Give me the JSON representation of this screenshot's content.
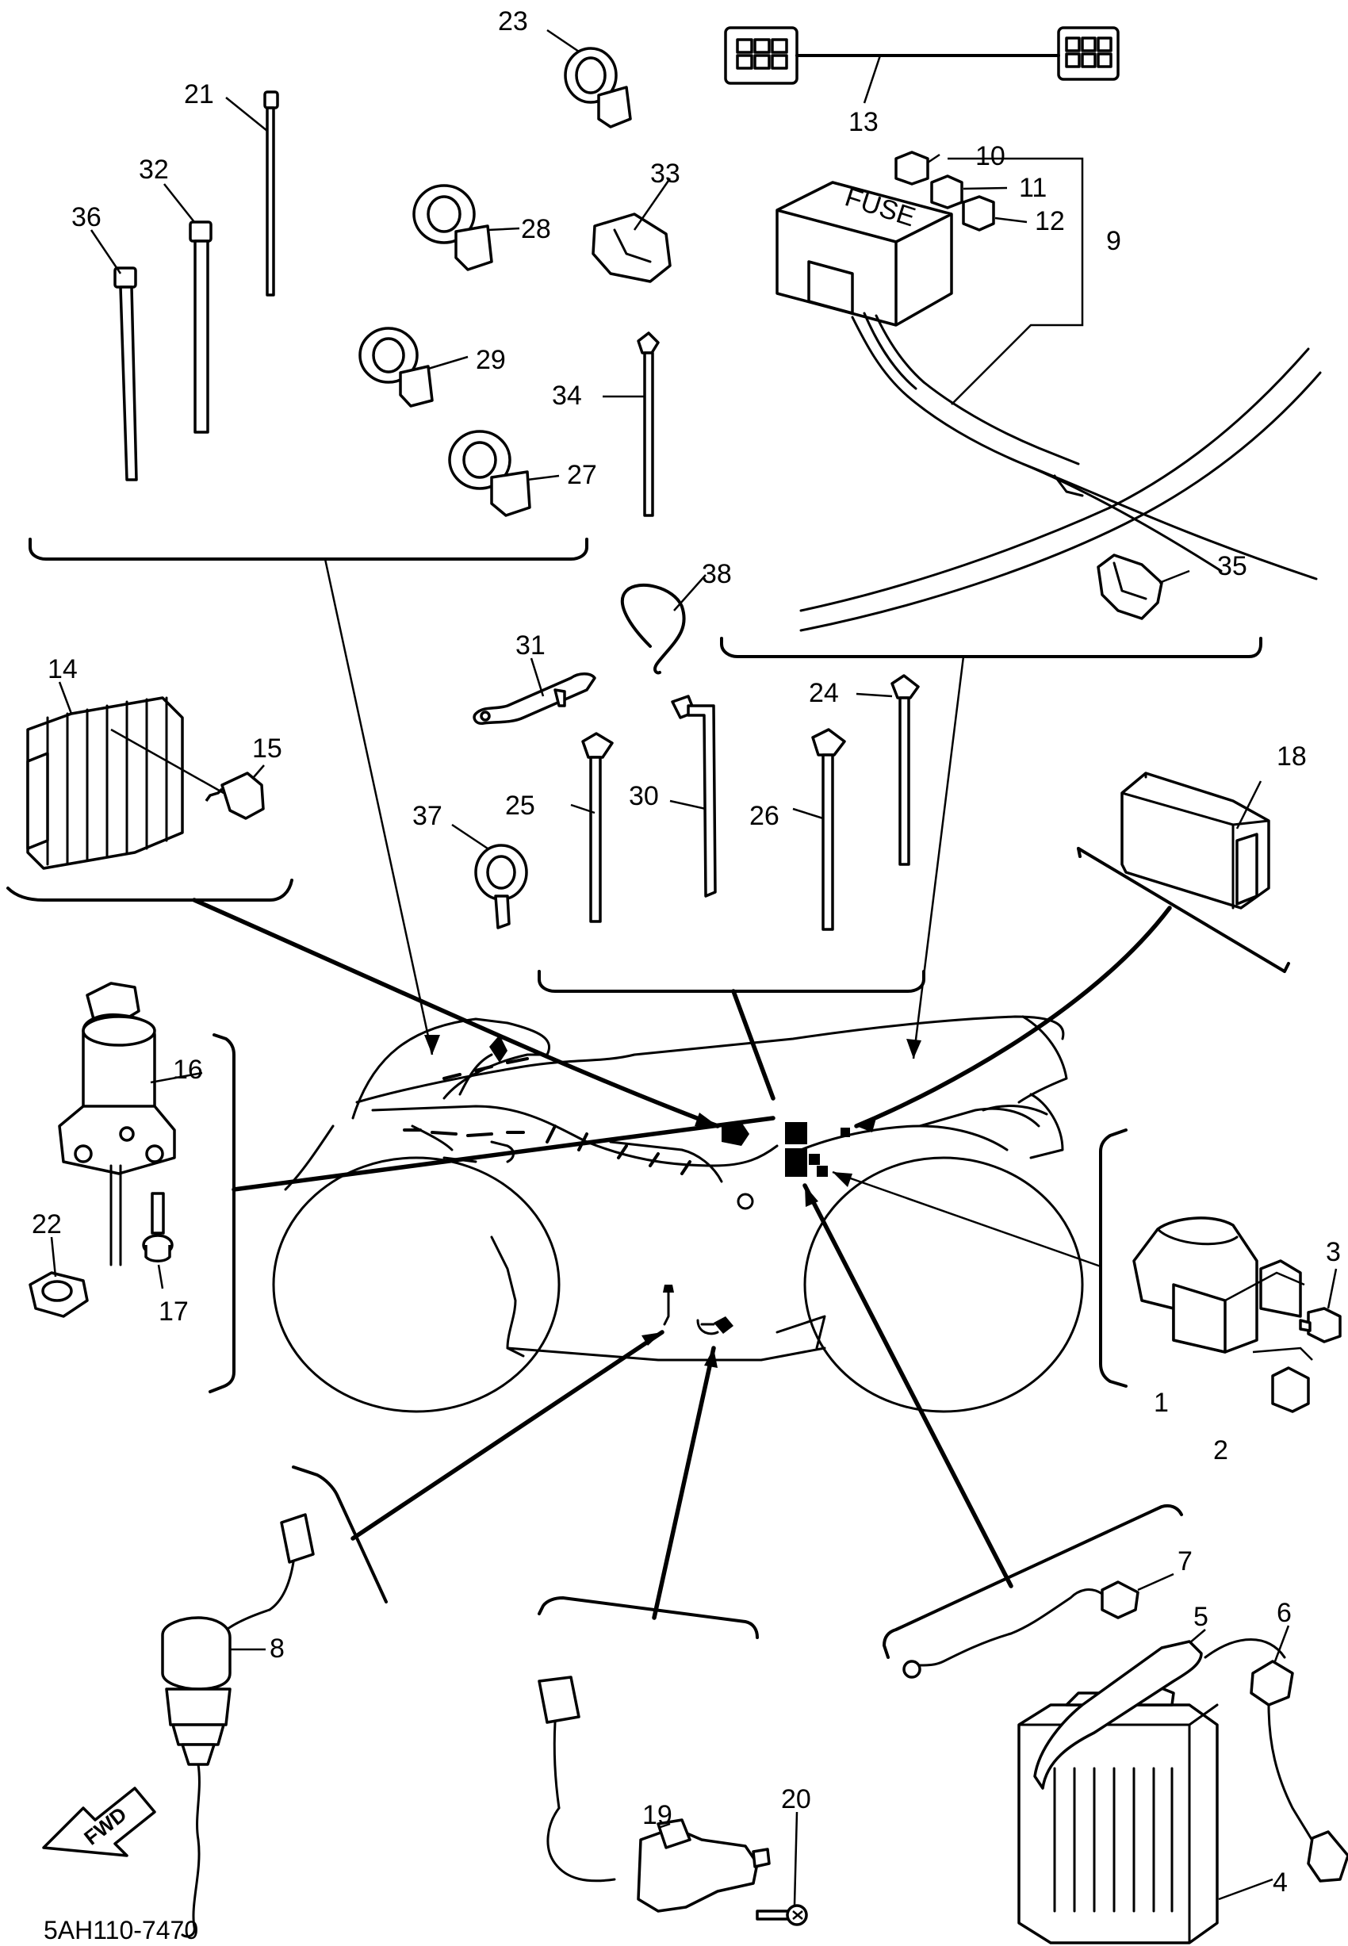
{
  "diagram_code": "5AH110-7470",
  "fuse_label": "FUSE",
  "fwd_label": "FWD",
  "callouts": [
    "1",
    "2",
    "3",
    "4",
    "5",
    "6",
    "7",
    "8",
    "9",
    "10",
    "11",
    "12",
    "13",
    "14",
    "15",
    "16",
    "17",
    "18",
    "19",
    "20",
    "21",
    "22",
    "23",
    "24",
    "25",
    "26",
    "27",
    "28",
    "29",
    "30",
    "31",
    "32",
    "33",
    "34",
    "35",
    "36",
    "37",
    "38"
  ]
}
